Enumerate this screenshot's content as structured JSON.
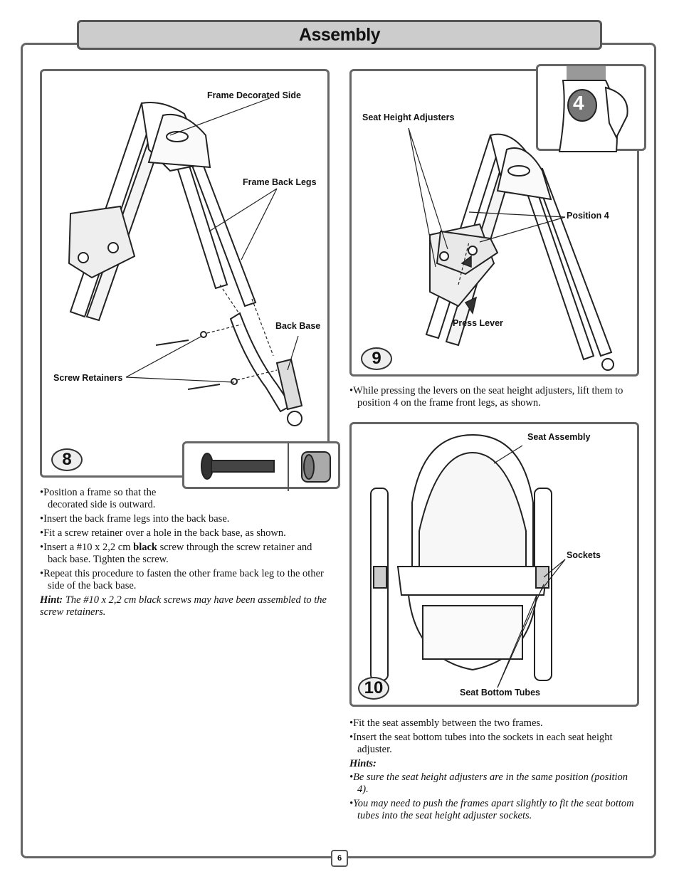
{
  "title": "Assembly",
  "page_number": "6",
  "step8": {
    "number": "8",
    "labels": {
      "frame_decorated_side": "Frame Decorated Side",
      "frame_back_legs": "Frame Back Legs",
      "back_base": "Back Base",
      "screw_retainers": "Screw Retainers"
    },
    "bullets": [
      "Position a frame so that the decorated side is outward.",
      "Insert the back frame legs into the back base.",
      "Fit a screw retainer over a hole in the back base, as shown."
    ],
    "bullet4_pre": "Insert a #10 x 2,2 cm ",
    "bullet4_bold": "black",
    "bullet4_post": " screw through the screw retainer and back base. Tighten the screw.",
    "bullet5": "Repeat this procedure to fasten the other frame back leg to the other side of the back base.",
    "hint_label": "Hint:",
    "hint_text": "The #10 x 2,2 cm black screws may have been assembled to the screw retainers."
  },
  "step9": {
    "number": "9",
    "inset_number": "4",
    "labels": {
      "seat_height_adjusters": "Seat Height Adjusters",
      "position_4": "Position 4",
      "press_lever": "Press Lever"
    },
    "bullet": "While pressing the levers on the seat height adjusters, lift them to position 4 on the frame front legs, as shown."
  },
  "step10": {
    "number": "10",
    "labels": {
      "seat_assembly": "Seat Assembly",
      "sockets": "Sockets",
      "seat_bottom_tubes": "Seat Bottom Tubes"
    },
    "bullets": [
      "Fit the seat assembly between the two frames.",
      "Insert the seat bottom tubes into the sockets in each seat height adjuster."
    ],
    "hints_label": "Hints:",
    "hints": [
      "Be sure the seat height adjusters are in the same position (position 4).",
      "You may need to push the frames apart slightly to fit the seat bottom tubes into the seat height adjuster sockets."
    ]
  }
}
